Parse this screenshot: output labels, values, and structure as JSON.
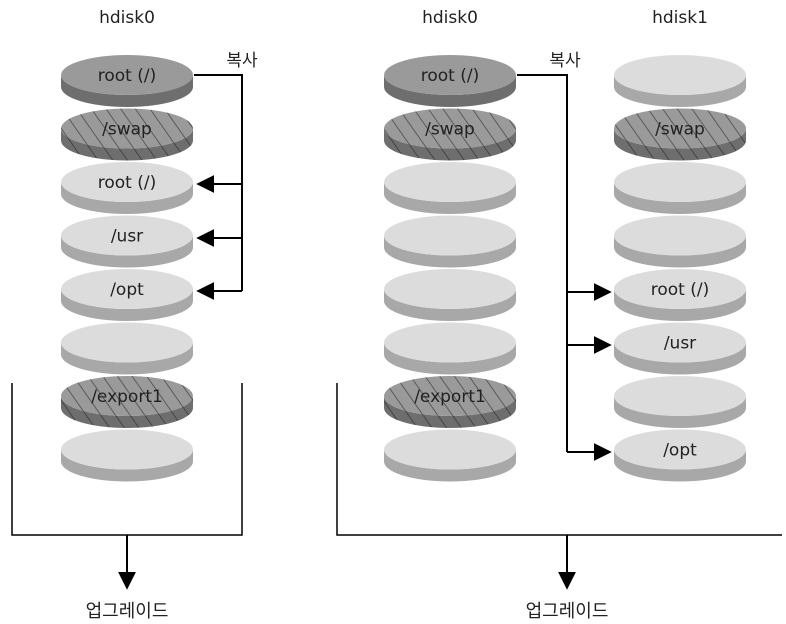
{
  "labels": {
    "copy": "복사",
    "upgrade": "업그레이드"
  },
  "disks": [
    {
      "id": "left-hdisk0",
      "title": "hdisk0",
      "slices": [
        {
          "label": "root (/)",
          "style": "dark"
        },
        {
          "label": "/swap",
          "style": "hatch"
        },
        {
          "label": "root (/)",
          "style": "light"
        },
        {
          "label": "/usr",
          "style": "light"
        },
        {
          "label": "/opt",
          "style": "light"
        },
        {
          "label": "",
          "style": "light"
        },
        {
          "label": "/export1",
          "style": "hatch"
        },
        {
          "label": "",
          "style": "light"
        }
      ]
    },
    {
      "id": "right-hdisk0",
      "title": "hdisk0",
      "slices": [
        {
          "label": "root (/)",
          "style": "dark"
        },
        {
          "label": "/swap",
          "style": "hatch"
        },
        {
          "label": "",
          "style": "light"
        },
        {
          "label": "",
          "style": "light"
        },
        {
          "label": "",
          "style": "light"
        },
        {
          "label": "",
          "style": "light"
        },
        {
          "label": "/export1",
          "style": "hatch"
        },
        {
          "label": "",
          "style": "light"
        }
      ]
    },
    {
      "id": "right-hdisk1",
      "title": "hdisk1",
      "slices": [
        {
          "label": "",
          "style": "light"
        },
        {
          "label": "/swap",
          "style": "hatch"
        },
        {
          "label": "",
          "style": "light"
        },
        {
          "label": "",
          "style": "light"
        },
        {
          "label": "root (/)",
          "style": "light"
        },
        {
          "label": "/usr",
          "style": "light"
        },
        {
          "label": "",
          "style": "light"
        },
        {
          "label": "/opt",
          "style": "light"
        }
      ]
    }
  ],
  "colors": {
    "dark_top": "#9a9a9a",
    "dark_side": "#6e6e6e",
    "light_top": "#dcdcdc",
    "light_side": "#a8a8a8",
    "hatch_top": "#9a9a9a",
    "hatch_side": "#6e6e6e",
    "line": "#000000"
  }
}
